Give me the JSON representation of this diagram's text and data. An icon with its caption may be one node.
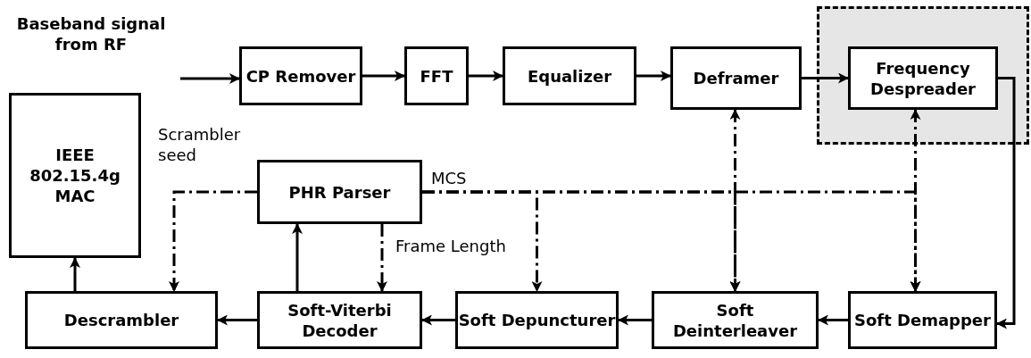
{
  "diagram": {
    "nodes": [
      {
        "text": [
          "Baseband signal from RF"
        ]
      },
      {
        "text": [
          "CP Remover"
        ]
      },
      {
        "text": [
          "FFT"
        ]
      },
      {
        "text": [
          "Equalizer"
        ]
      },
      {
        "text": [
          "Deframer"
        ]
      },
      {
        "text": [],
        "shape": "box"
      },
      {
        "text": [
          "Frequency Despreader"
        ],
        "in": 5
      },
      {
        "text": [
          "IEEE 802.15.4g MAC"
        ]
      },
      {
        "text": [
          "PHR Parser"
        ]
      },
      {
        "text": [
          "Descrambler"
        ]
      },
      {
        "text": [
          "Soft-Viterbi Decoder"
        ]
      },
      {
        "text": [
          "Soft Depuncturer"
        ]
      },
      {
        "text": [
          "Soft Deinterleaver"
        ]
      },
      {
        "text": [
          "Soft Demapper"
        ]
      }
    ],
    "edges": [
      {
        "from": 0,
        "to": 1,
        "arrow": "to"
      },
      {
        "from": 1,
        "to": 2,
        "arrow": "to"
      },
      {
        "from": 2,
        "to": 3,
        "arrow": "to"
      },
      {
        "from": 3,
        "to": 4,
        "arrow": "to"
      },
      {
        "from": 4,
        "to": 6,
        "arrow": "to"
      },
      {
        "from": 6,
        "to": 13,
        "arrow": "to"
      },
      {
        "from": 13,
        "to": 12,
        "arrow": "to"
      },
      {
        "from": 12,
        "to": 11,
        "arrow": "to"
      },
      {
        "from": 11,
        "to": 10,
        "arrow": "to"
      },
      {
        "from": 10,
        "to": 9,
        "arrow": "to"
      },
      {
        "from": 9,
        "to": 7,
        "arrow": "to"
      },
      {
        "from": 10,
        "to": 8,
        "arrow": "to"
      },
      {
        "from": 8,
        "to": 10,
        "arrow": "to",
        "label": "Frame Length",
        "style": "dashed"
      },
      {
        "from": 8,
        "to": 9,
        "arrow": "to",
        "label": "Scrambler seed",
        "style": "dashed"
      },
      {
        "from": 8,
        "to": 11,
        "arrow": "to",
        "label": "MCS",
        "style": "dashed"
      },
      {
        "from": 8,
        "to": 12,
        "arrow": "to",
        "style": "dashed"
      },
      {
        "from": 8,
        "to": 13,
        "arrow": "to",
        "style": "dashed"
      },
      {
        "from": 4,
        "to": 12,
        "arrow": "both",
        "style": "dashed"
      },
      {
        "from": 6,
        "to": 13,
        "arrow": "both",
        "style": "dashed"
      }
    ]
  }
}
